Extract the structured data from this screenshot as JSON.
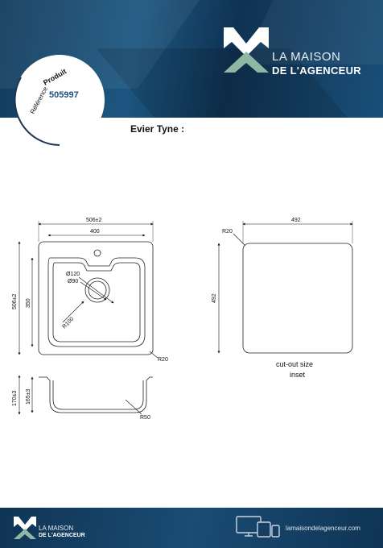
{
  "header": {
    "brand_line1": "LA MAISON",
    "brand_line2": "DE L'AGENCEUR",
    "reference_label_1": "Référence",
    "reference_label_2": "Produit",
    "reference_number": "505997"
  },
  "title": "Evier Tyne :",
  "drawing": {
    "sink": {
      "width_overall": "506±2",
      "width_inner": "400",
      "height_overall": "506±2",
      "height_inner": "350",
      "drain_outer": "Ø120",
      "drain_inner": "Ø90",
      "bowl_radius": "R100",
      "corner_radius": "R20"
    },
    "section": {
      "height_overall": "170±3",
      "height_inner": "165±3",
      "bottom_radius": "R50"
    },
    "cutout": {
      "width": "492",
      "height": "492",
      "corner_radius": "R20",
      "caption_line1": "cut-out size",
      "caption_line2": "inset"
    }
  },
  "footer": {
    "brand_line1": "LA MAISON",
    "brand_line2": "DE L'AGENCEUR",
    "website": "lamaisondelagenceur.com"
  },
  "colors": {
    "header_blue": "#1c5680",
    "logo_green": "#8fb8a4",
    "reference_blue": "#1f4e78"
  }
}
